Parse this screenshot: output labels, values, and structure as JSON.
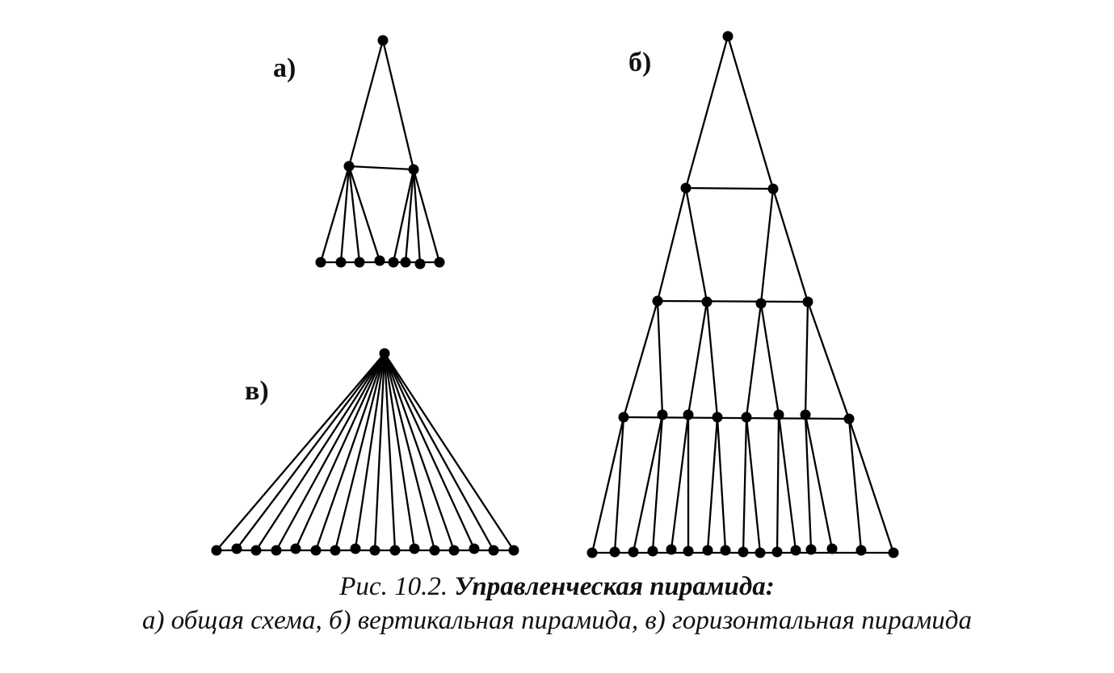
{
  "diagram": {
    "panels": {
      "a": {
        "label": "а)",
        "levels": [
          1,
          2,
          8
        ]
      },
      "b": {
        "label": "б)",
        "levels": [
          1,
          2,
          4,
          8,
          16
        ]
      },
      "v": {
        "label": "в)",
        "levels": [
          1,
          16
        ]
      }
    }
  },
  "caption": {
    "figure_number": "Рис. 10.2.",
    "title": "Управленческая пирамида:",
    "legend": "а) общая схема, б) вертикальная пирамида, в) горизонтальная пирамида"
  }
}
